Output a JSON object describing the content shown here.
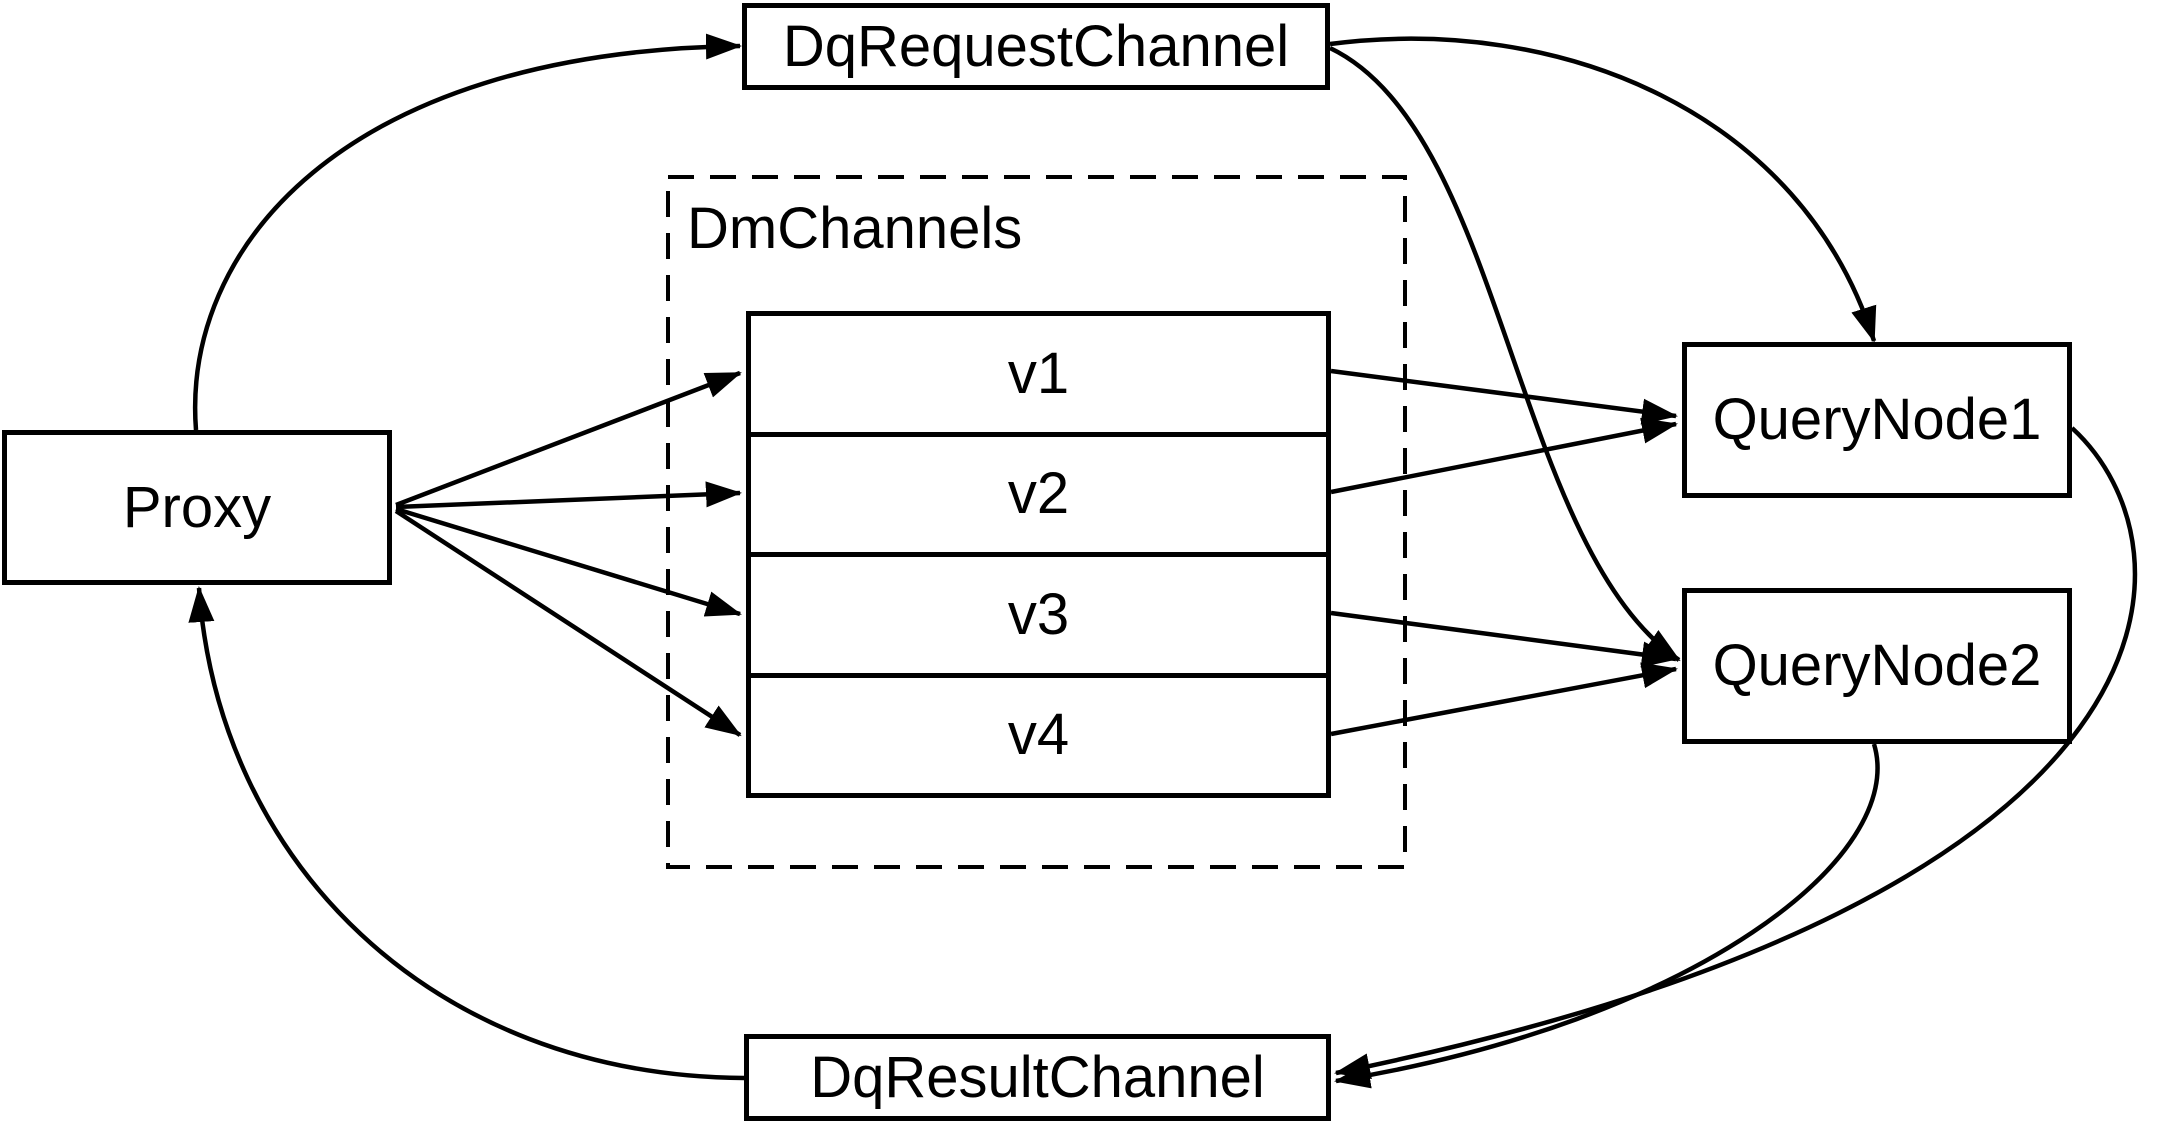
{
  "diagram": {
    "background": "#ffffff",
    "stroke_color": "#000000",
    "nodes": {
      "proxy": {
        "label": "Proxy"
      },
      "dq_request_channel": {
        "label": "DqRequestChannel"
      },
      "dm_channels_group": {
        "label": "DmChannels"
      },
      "channels": [
        "v1",
        "v2",
        "v3",
        "v4"
      ],
      "query_node1": {
        "label": "QueryNode1"
      },
      "query_node2": {
        "label": "QueryNode2"
      },
      "dq_result_channel": {
        "label": "DqResultChannel"
      }
    },
    "edges": [
      {
        "from": "Proxy",
        "to": "DqRequestChannel"
      },
      {
        "from": "DqRequestChannel",
        "to": "QueryNode1"
      },
      {
        "from": "DqRequestChannel",
        "to": "QueryNode2"
      },
      {
        "from": "Proxy",
        "to": "v1"
      },
      {
        "from": "Proxy",
        "to": "v2"
      },
      {
        "from": "Proxy",
        "to": "v3"
      },
      {
        "from": "Proxy",
        "to": "v4"
      },
      {
        "from": "v1",
        "to": "QueryNode1"
      },
      {
        "from": "v2",
        "to": "QueryNode1"
      },
      {
        "from": "v3",
        "to": "QueryNode2"
      },
      {
        "from": "v4",
        "to": "QueryNode2"
      },
      {
        "from": "QueryNode1",
        "to": "DqResultChannel"
      },
      {
        "from": "QueryNode2",
        "to": "DqResultChannel"
      },
      {
        "from": "DqResultChannel",
        "to": "Proxy"
      }
    ]
  }
}
